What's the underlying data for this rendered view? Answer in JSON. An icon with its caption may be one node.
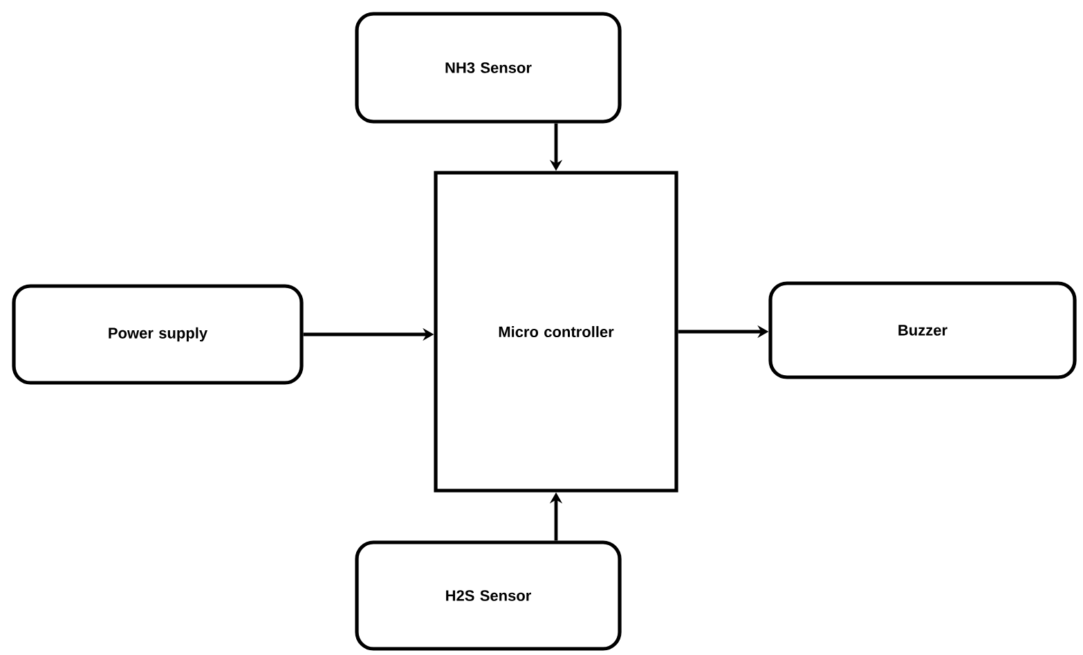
{
  "diagram": {
    "nodes": [
      {
        "text": [
          "NH3 Sensor"
        ]
      },
      {
        "text": [
          "Power supply"
        ]
      },
      {
        "text": [
          "Micro controller"
        ]
      },
      {
        "text": [
          "Buzzer"
        ]
      },
      {
        "text": [
          "H2S Sensor"
        ]
      }
    ],
    "edges": [
      {
        "from": 0,
        "to": 2,
        "arrow": "to"
      },
      {
        "from": 1,
        "to": 2,
        "arrow": "to"
      },
      {
        "from": 2,
        "to": 3,
        "arrow": "to"
      },
      {
        "from": 4,
        "to": 2,
        "arrow": "to"
      }
    ]
  }
}
